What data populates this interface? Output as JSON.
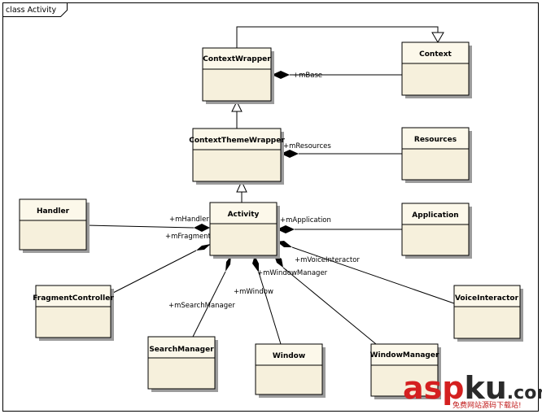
{
  "frame": {
    "title": "class Activity"
  },
  "classes": {
    "context_wrapper": "ContextWrapper",
    "context": "Context",
    "context_theme_wrapper": "ContextThemeWrapper",
    "resources": "Resources",
    "handler": "Handler",
    "activity": "Activity",
    "application": "Application",
    "fragment_controller": "FragmentController",
    "voice_interactor": "VoiceInteractor",
    "search_manager": "SearchManager",
    "window": "Window",
    "window_manager": "WindowManager"
  },
  "roles": {
    "m_base": "+mBase",
    "m_resources": "+mResources",
    "m_handler": "+mHandler",
    "m_fragment": "+mFragment",
    "m_application": "+mApplication",
    "m_voice_interactor": "+mVoiceInteractor",
    "m_window_manager": "+mWindowManager",
    "m_window": "+mWindow",
    "m_search_manager": "+mSearchManager"
  },
  "watermark": {
    "brand_a": "asp",
    "brand_b": "ku",
    "brand_c": ".com",
    "tagline": "免费网站源码下载站!"
  },
  "colors": {
    "class_fill": "#f6f0dc",
    "class_header": "#fcf8ea",
    "class_stroke": "#000000",
    "shadow": "#9c9c9c",
    "watermark_red": "#d42020",
    "watermark_dark": "#2a2a2a"
  }
}
